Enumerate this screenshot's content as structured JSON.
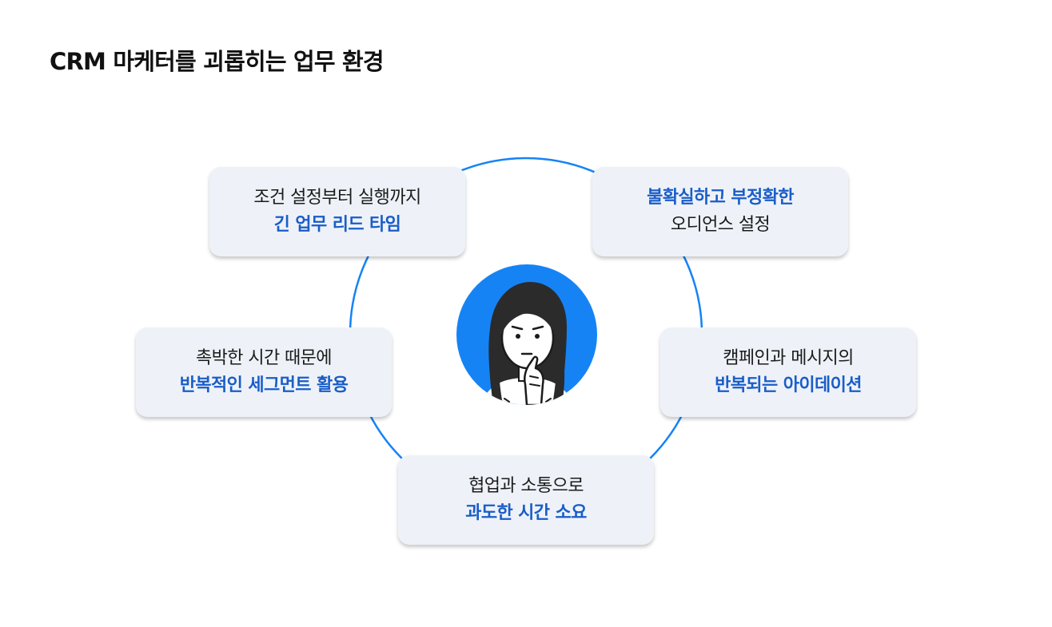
{
  "title": "CRM 마케터를 괴롭히는 업무 환경",
  "colors": {
    "accent_text": "#1a5dc8",
    "ring": "#1683f5",
    "card_bg": "#eef2f8",
    "avatar_bg": "#1683f5"
  },
  "avatar": {
    "icon": "worried-woman-avatar-icon"
  },
  "cards": [
    {
      "id": "top-left",
      "line1": "조건 설정부터 실행까지",
      "line2": "긴 업무 리드 타임",
      "accent_line": 2
    },
    {
      "id": "top-right",
      "line1": "불확실하고 부정확한",
      "line2": "오디언스 설정",
      "accent_line": 1
    },
    {
      "id": "middle-left",
      "line1": "촉박한 시간 때문에",
      "line2": "반복적인 세그먼트 활용",
      "accent_line": 2
    },
    {
      "id": "middle-right",
      "line1": "캠페인과 메시지의",
      "line2": "반복되는 아이데이션",
      "accent_line": 2
    },
    {
      "id": "bottom",
      "line1": "협업과 소통으로",
      "line2": "과도한 시간 소요",
      "accent_line": 2
    }
  ]
}
